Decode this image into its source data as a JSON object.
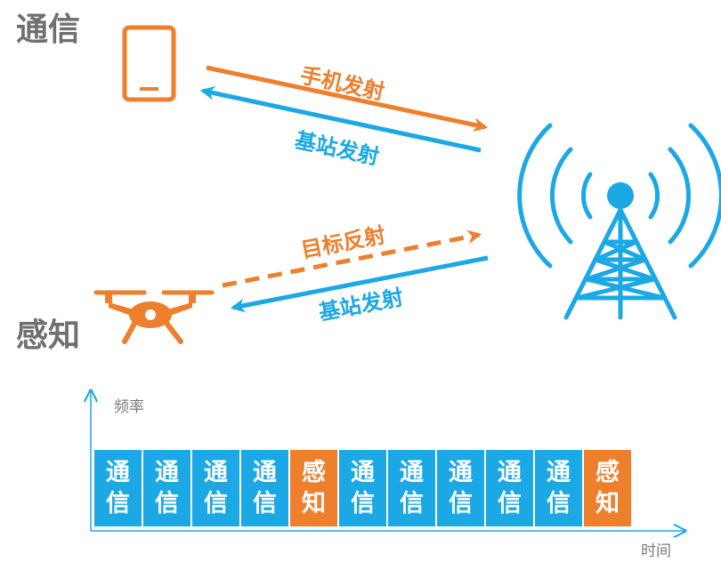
{
  "headings": {
    "communication": "通信",
    "sensing": "感知"
  },
  "links": {
    "phone_transmit": "手机发射",
    "base_to_phone": "基站发射",
    "target_reflect": "目标反射",
    "base_to_target": "基站发射"
  },
  "axes": {
    "y_label": "频率",
    "x_label": "时间"
  },
  "timeline": [
    {
      "top": "通",
      "bottom": "信",
      "kind": "comm"
    },
    {
      "top": "通",
      "bottom": "信",
      "kind": "comm"
    },
    {
      "top": "通",
      "bottom": "信",
      "kind": "comm"
    },
    {
      "top": "通",
      "bottom": "信",
      "kind": "comm"
    },
    {
      "top": "感",
      "bottom": "知",
      "kind": "sense"
    },
    {
      "top": "通",
      "bottom": "信",
      "kind": "comm"
    },
    {
      "top": "通",
      "bottom": "信",
      "kind": "comm"
    },
    {
      "top": "通",
      "bottom": "信",
      "kind": "comm"
    },
    {
      "top": "通",
      "bottom": "信",
      "kind": "comm"
    },
    {
      "top": "通",
      "bottom": "信",
      "kind": "comm"
    },
    {
      "top": "感",
      "bottom": "知",
      "kind": "sense"
    }
  ],
  "colors": {
    "comm": "#1ba8e5",
    "sense": "#ee7f2d",
    "heading": "#6f6f6f",
    "axis": "#1ba8e5"
  },
  "icons": {
    "phone": "smartphone-icon",
    "drone": "drone-icon",
    "tower": "cell-tower-icon"
  }
}
